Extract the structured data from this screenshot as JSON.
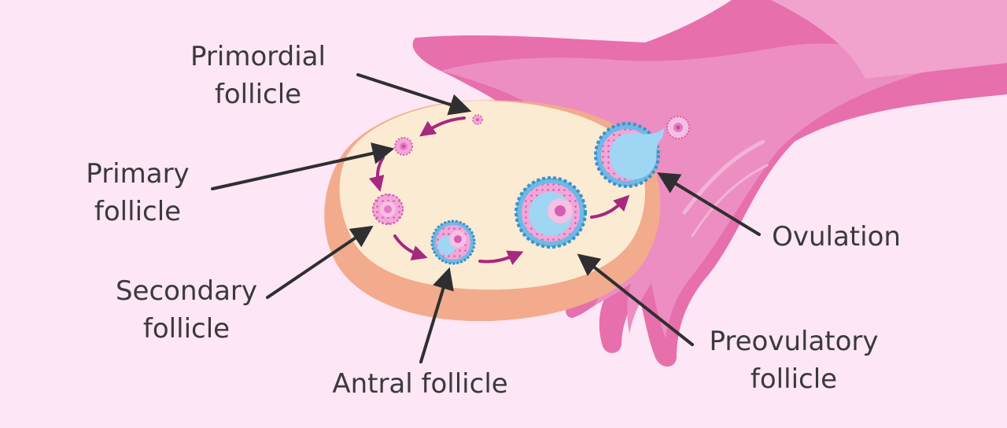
{
  "labels": {
    "primordial": [
      "Primordial",
      "follicle"
    ],
    "primary": [
      "Primary",
      "follicle"
    ],
    "secondary": [
      "Secondary",
      "follicle"
    ],
    "antral": [
      "Antral follicle"
    ],
    "ovulation": [
      "Ovulation"
    ],
    "preovulatory": [
      "Preovulatory",
      "follicle"
    ]
  },
  "colors": {
    "background": "#fde6f5",
    "ovary_inner": "#fbebd3",
    "ovary_rim": "#f2ab8c",
    "tube_pink": "#e76fac",
    "tube_light": "#ec8ec1",
    "follicle_pink": "#ea7fcb",
    "follicle_blue": "#7cc6ee",
    "cycle_arrow": "#a6287f",
    "pointer": "#2f2f31",
    "text": "#3a3a3c"
  }
}
